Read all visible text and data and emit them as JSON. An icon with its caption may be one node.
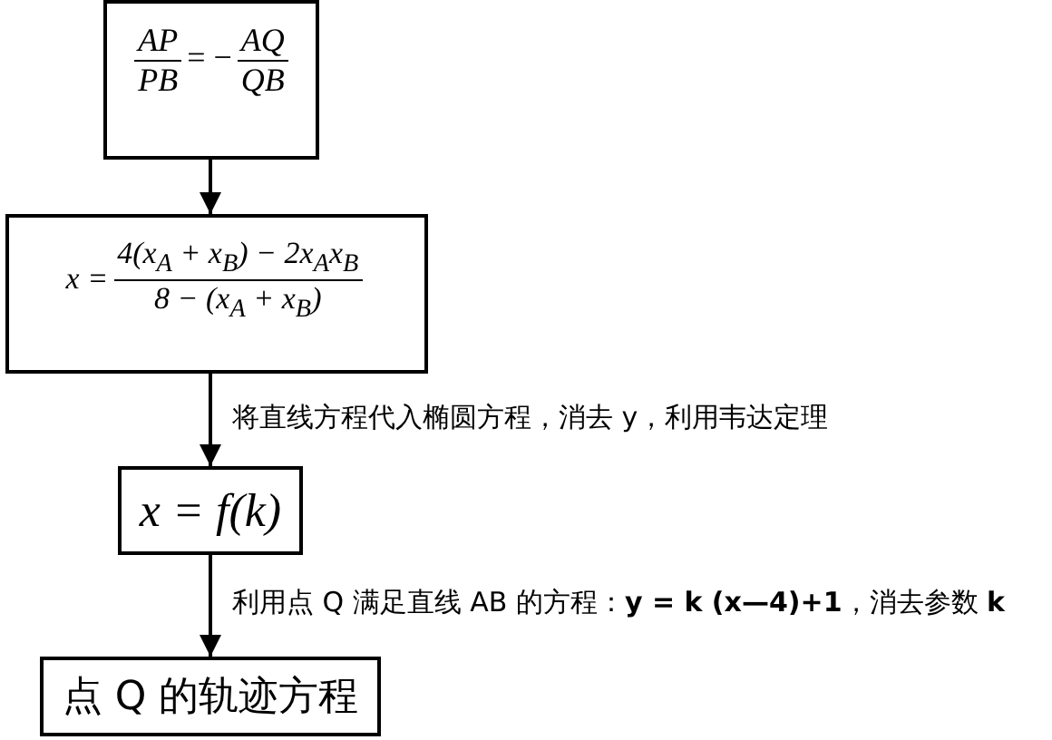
{
  "diagram": {
    "nodes": [
      {
        "text": [
          "AP",
          "PB",
          "= −",
          "AQ",
          "QB"
        ]
      },
      {
        "text": [
          "x =",
          "4(x$_{A}$ + x$_{B}$) − 2x$_{A}$x$_{B}$",
          "8 − (x$_{A}$ + x$_{B}$)"
        ]
      },
      {
        "text": [
          "x = f(k)"
        ]
      },
      {
        "text": [
          "点 Q 的轨迹方程"
        ]
      }
    ],
    "edges": [
      {
        "from": 0,
        "to": 1,
        "arrow": "to"
      },
      {
        "from": 1,
        "to": 2,
        "arrow": "to",
        "label": "将直线方程代入椭圆方程，消去 y，利用韦达定理"
      },
      {
        "from": 2,
        "to": 3,
        "arrow": "to",
        "label": "利用点 Q 满足直线 AB 的方程：**y = k (x—4)+1**，消去参数 **k**"
      }
    ]
  }
}
